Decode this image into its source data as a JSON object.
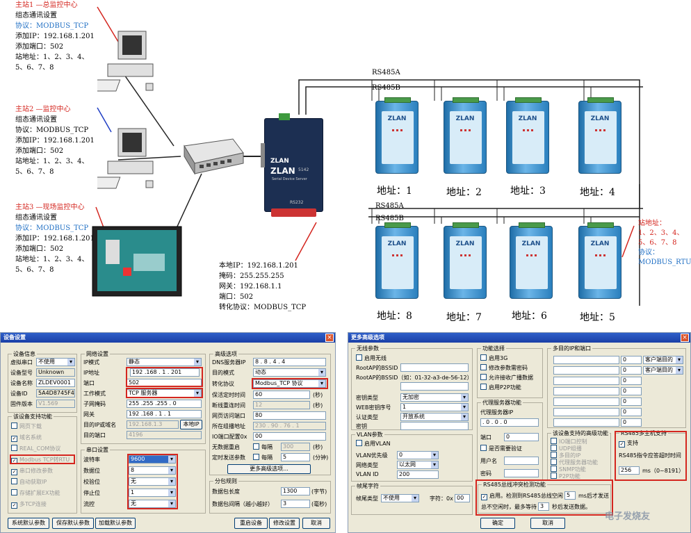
{
  "stations": [
    {
      "title": "主站1 —总监控中心",
      "l1": "组态通讯设置",
      "protocol": "协议：MODBUS_TCP",
      "ip": "添加IP：192.168.1.201",
      "port": "添加端口：502",
      "addr1": "站地址：1、2、3、4、",
      "addr2": "5、6、7、8"
    },
    {
      "title": "主站2 —监控中心",
      "l1": "组态通讯设置",
      "protocol": "协议：MODBUS_TCP",
      "ip": "添加IP：192.168.1.201",
      "port": "添加端口：502",
      "addr1": "站地址：1、2、3、4、",
      "addr2": "5、6、7、8"
    },
    {
      "title": "主站3 —现场监控中心",
      "l1": "组态通讯设置",
      "protocol": "协议：MODBUS_TCP",
      "ip": "添加IP：192.168.1.201",
      "port": "添加端口：502",
      "addr1": "站地址：1、2、3、4、",
      "addr2": "5、6、7、8"
    }
  ],
  "server": {
    "brand": "ZLAN",
    "model": "5142",
    "sub": "Serial Device Server",
    "rs232": "RS232",
    "local_ip": "本地IP：192.168.1.201",
    "mask": "掩码：255.255.255",
    "gateway": "网关：192.168.1.1",
    "port": "端口：502",
    "protocol": "转化协议：MODBUS_TCP"
  },
  "bus": {
    "a": "RS485A",
    "b": "RS485B"
  },
  "device_brand": "ZLAN",
  "addresses_top": [
    "地址：1",
    "地址：2",
    "地址：3",
    "地址：4"
  ],
  "addresses_bottom": [
    "地址：8",
    "地址：7",
    "地址：6",
    "地址：5"
  ],
  "slave_note": {
    "l1": "站地址：",
    "l2": "1、2、3、4、",
    "l3": "5、6、7、8",
    "l4": "协议：",
    "l5": "MODBUS_RTU"
  },
  "dlg1": {
    "title": "设备设置",
    "devinfo": {
      "group": "设备信息",
      "vport_l": "虚拟串口",
      "vport_v": "不使用",
      "model_l": "设备型号",
      "model_v": "Unknown",
      "name_l": "设备名称",
      "name_v": "ZLDEV0001",
      "id_l": "设备ID",
      "id_v": "5A4D8745F4CF",
      "fw_l": "固件版本",
      "fw_v": "V1.569"
    },
    "support": {
      "group": "该设备支持功能",
      "items": [
        "网页下载",
        "域名系统",
        "REAL_COM协议",
        "Modbus TCP转RTU",
        "串口修改参数",
        "自动获取IP",
        "存储扩展EX功能",
        "多TCP连接"
      ]
    },
    "net": {
      "group": "网络设置",
      "ipmode_l": "IP模式",
      "ipmode_v": "静态",
      "ip_l": "IP地址",
      "ip_v": "192 .168 . 1 . 201",
      "port_l": "端口",
      "port_v": "502",
      "work_l": "工作模式",
      "work_v": "TCP 服务器",
      "mask_l": "子网掩码",
      "mask_v": "255 .255 .255 . 0",
      "gw_l": "网关",
      "gw_v": "192 .168 . 1 . 1",
      "dest_l": "目的IP或域名",
      "dest_v": "192.168.1.3",
      "local_btn": "本地IP",
      "dport_l": "目的端口",
      "dport_v": "4196"
    },
    "serial": {
      "group": "串口设置",
      "baud_l": "波特率",
      "baud_v": "9600",
      "data_l": "数据位",
      "data_v": "8",
      "parity_l": "校验位",
      "parity_v": "无",
      "stop_l": "停止位",
      "stop_v": "1",
      "flow_l": "流控",
      "flow_v": "无"
    },
    "adv": {
      "group": "高级选项",
      "dns_l": "DNS服务器IP",
      "dns_v": "8 . 8 . 4 . 4",
      "dest_l": "目的模式",
      "dest_v": "动态",
      "proto_l": "转化协议",
      "proto_v": "Modbus_TCP 协议",
      "keep_l": "保活定时时间",
      "keep_v": "60",
      "keep_u": "(秒)",
      "rec_l": "断线重连时间",
      "rec_v": "12",
      "rec_u": "(秒)",
      "web_l": "网页访问端口",
      "web_v": "80",
      "grp_l": "所在组播地址",
      "grp_v": "230 . 90 . 76 . 1",
      "io_l": "IO端口配置0x",
      "io_v": "00",
      "rst_l": "无数据重启",
      "every1": "每隔",
      "rst_v": "300",
      "rst_u": "(秒)",
      "timed_l": "定时发送参数",
      "every2": "每隔",
      "timed_v": "5",
      "timed_u": "(分钟)",
      "more_btn": "更多高级选项..."
    },
    "pkt": {
      "group": "分包规则",
      "len_l": "数据包长度",
      "len_v": "1300",
      "len_u": "(字节)",
      "gap_l": "数据包间隔（越小越好）",
      "gap_v": "3",
      "gap_u": "(毫秒)"
    },
    "buttons": [
      "系统默认参数",
      "保存默认参数",
      "加载默认参数",
      "重启设备",
      "修改设置",
      "取消"
    ]
  },
  "dlg2": {
    "title": "更多高级选项",
    "wifi": {
      "group": "无线参数",
      "enable": "启用无线",
      "bssid_l": "RootAP的BSSID",
      "bssid2_l": "RootAP的BSSID（如：01-32-a3-de-56-12）",
      "key_type_l": "密钥类型",
      "key_type_v": "无加密",
      "web_l": "WEB密钥序号",
      "web_v": "1",
      "auth_l": "认证类型",
      "auth_v": "开放系统",
      "key_l": "密钥"
    },
    "vlan": {
      "group": "VLAN参数",
      "enable": "启用VLAN",
      "pri_l": "VLAN优先级",
      "pri_v": "0",
      "type_l": "网络类型",
      "type_v": "以太网",
      "id_l": "VLAN ID",
      "id_v": "200"
    },
    "frame": {
      "group": "帧尾字符",
      "type_l": "帧尾类型",
      "type_v": "不使用",
      "char_l": "字符：0x",
      "char_v": "00"
    },
    "func": {
      "group": "功能选择",
      "items": [
        "启用3G",
        "修改参数需密码",
        "允许接收广播数据",
        "启用P2P功能"
      ]
    },
    "proxy": {
      "group": "代理服务器功能",
      "ip_l": "代理服务器IP",
      "ip_v": ". 0 . 0 . 0",
      "port_l": "端口",
      "port_v": "0",
      "pwd_cb": "是否需要验证",
      "user_l": "用户名",
      "pwd_l": "密码"
    },
    "multi": {
      "group": "多目的IP和端口",
      "port_v": "0",
      "client": "客户端目的"
    },
    "advfunc": {
      "group": "该设备支持的高级功能",
      "items": [
        "IO端口控制",
        "UDP组播",
        "多目的IP",
        "代理服务器功能",
        "SNMP功能",
        "P2P功能"
      ]
    },
    "rs485": {
      "group": "RS485多主机支持",
      "support": "支持",
      "timeout_l": "RS485指令应答超时时间",
      "timeout_v": "256",
      "unit": "ms（0~8191）"
    },
    "collision": {
      "group": "RS485总线冲突检测功能",
      "enable": "启用。检测到RS485总线空闲",
      "idle_v": "5",
      "line1_u": "ms后才发送",
      "line2": "总不空闲时，最多等待",
      "wait_v": "3",
      "line2_u": "秒后发送数据。"
    },
    "ok": "确定",
    "cancel": "取消"
  },
  "watermark": "电子发烧友"
}
